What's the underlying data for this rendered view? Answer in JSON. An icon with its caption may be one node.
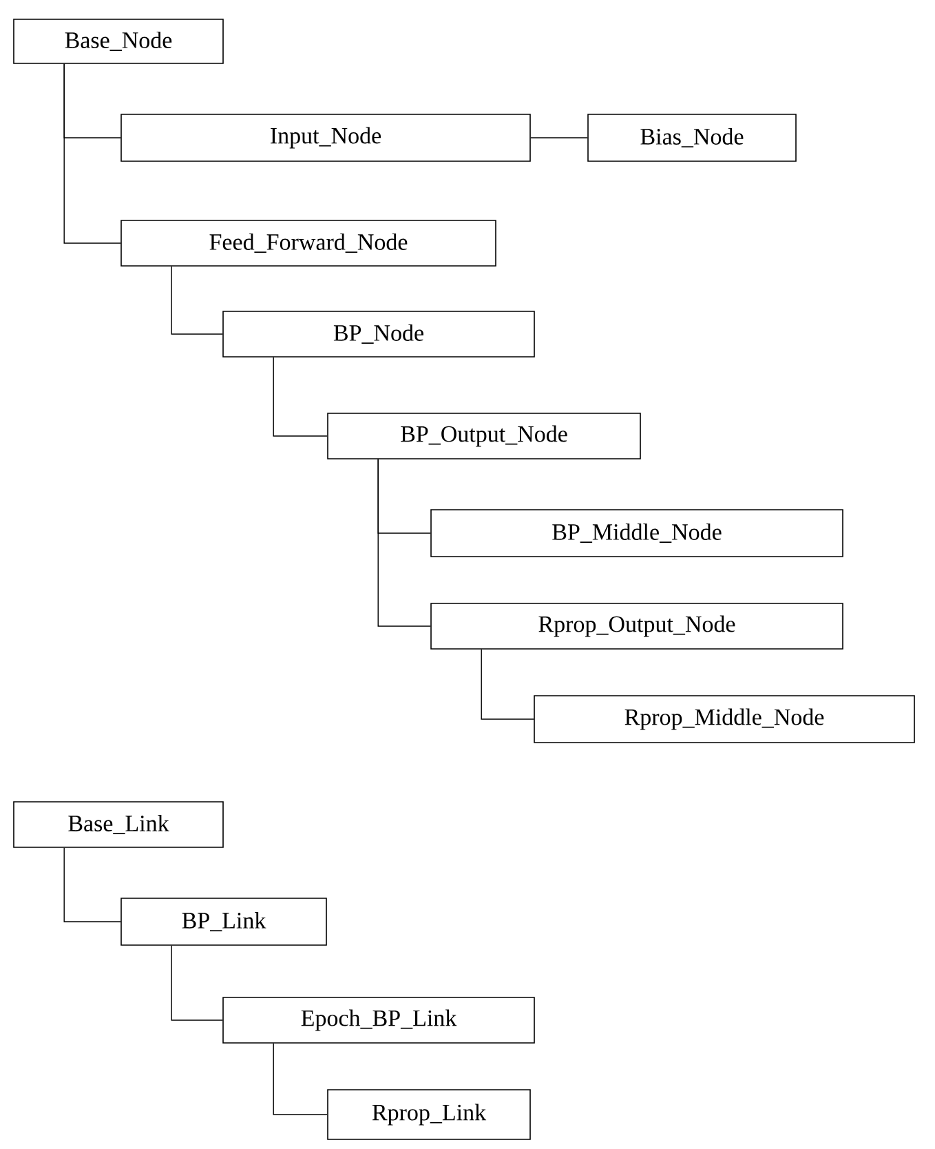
{
  "diagram": {
    "nodes": [
      {
        "text": [
          "Base_Node"
        ]
      },
      {
        "text": [
          "Input_Node"
        ]
      },
      {
        "text": [
          "Bias_Node"
        ]
      },
      {
        "text": [
          "Feed_Forward_Node"
        ]
      },
      {
        "text": [
          "BP_Node"
        ]
      },
      {
        "text": [
          "BP_Output_Node"
        ]
      },
      {
        "text": [
          "BP_Middle_Node"
        ]
      },
      {
        "text": [
          "Rprop_Output_Node"
        ]
      },
      {
        "text": [
          "Rprop_Middle_Node"
        ]
      },
      {
        "text": [
          "Base_Link"
        ]
      },
      {
        "text": [
          "BP_Link"
        ]
      },
      {
        "text": [
          "Epoch_BP_Link"
        ]
      },
      {
        "text": [
          "Rprop_Link"
        ]
      }
    ],
    "edges": [
      {
        "from": 0,
        "to": 1,
        "arrow": "none"
      },
      {
        "from": 0,
        "to": 3,
        "arrow": "none"
      },
      {
        "from": 1,
        "to": 2,
        "arrow": "none"
      },
      {
        "from": 3,
        "to": 4,
        "arrow": "none"
      },
      {
        "from": 4,
        "to": 5,
        "arrow": "none"
      },
      {
        "from": 5,
        "to": 6,
        "arrow": "none"
      },
      {
        "from": 5,
        "to": 7,
        "arrow": "none"
      },
      {
        "from": 7,
        "to": 8,
        "arrow": "none"
      },
      {
        "from": 9,
        "to": 10,
        "arrow": "none"
      },
      {
        "from": 10,
        "to": 11,
        "arrow": "none"
      },
      {
        "from": 11,
        "to": 12,
        "arrow": "none"
      }
    ]
  }
}
